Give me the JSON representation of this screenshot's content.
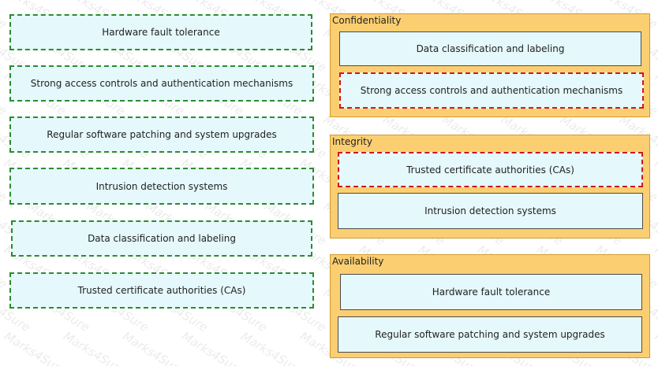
{
  "source_items": [
    "Hardware fault tolerance",
    "Strong access controls and authentication mechanisms",
    "Regular software patching and system upgrades",
    "Intrusion detection systems",
    "Data classification and labeling",
    "Trusted certificate authorities (CAs)"
  ],
  "groups": [
    {
      "title": "Confidentiality",
      "items": [
        "Data classification and labeling",
        "Strong access controls and authentication mechanisms"
      ]
    },
    {
      "title": "Integrity",
      "items": [
        "Trusted certificate authorities (CAs)",
        "Intrusion detection systems"
      ]
    },
    {
      "title": "Availability",
      "items": [
        "Hardware fault tolerance",
        "Regular software patching and system upgrades"
      ]
    }
  ],
  "watermark": "Marks4Sure",
  "colors": {
    "group_bg": "#fbcf71",
    "item_bg": "#e5f8fb",
    "source_border": "#2e8b2e",
    "placed_border": "#d01818"
  }
}
